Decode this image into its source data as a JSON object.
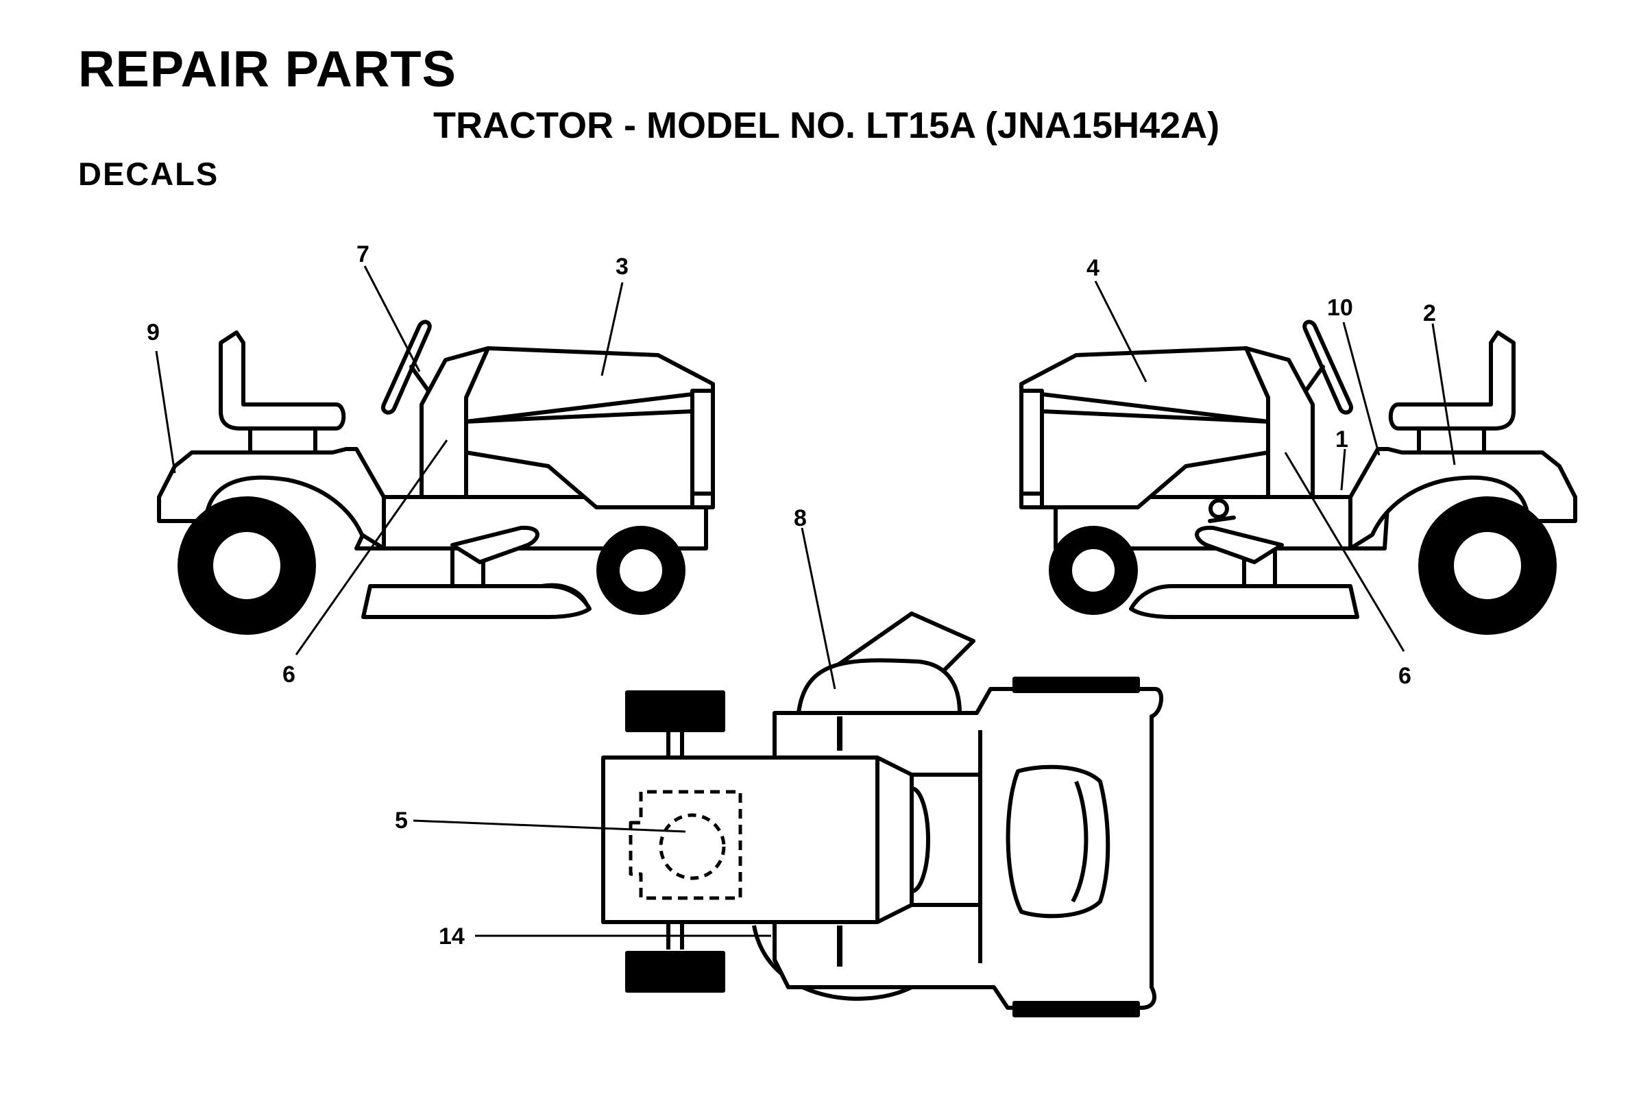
{
  "header": {
    "title": "REPAIR PARTS",
    "subtitle": "TRACTOR - MODEL NO. LT15A (JNA15H42A)",
    "section": "DECALS"
  },
  "callouts": [
    "1",
    "2",
    "3",
    "4",
    "5",
    "6",
    "6",
    "7",
    "8",
    "9",
    "10",
    "14"
  ],
  "views": {
    "left_side": {
      "icon": "tractor-left-side-view"
    },
    "right_side": {
      "icon": "tractor-right-side-view"
    },
    "top": {
      "icon": "tractor-top-view"
    }
  }
}
